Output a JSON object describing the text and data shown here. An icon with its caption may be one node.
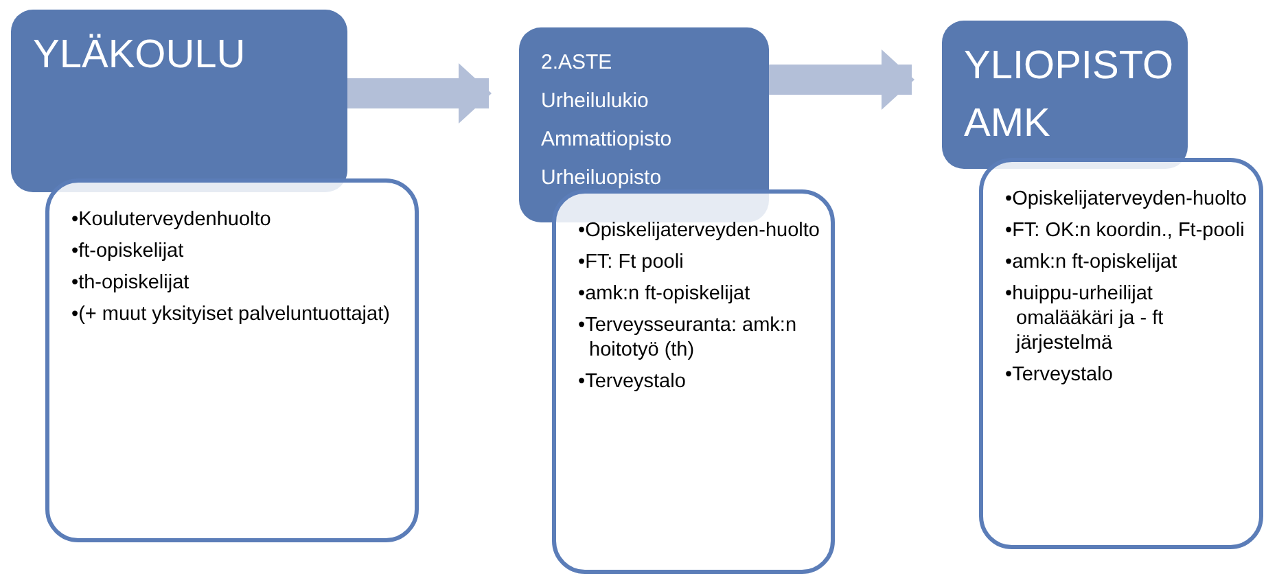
{
  "diagram": {
    "nodes": [
      {
        "text": [
          "YLÄKOULU"
        ]
      },
      {
        "text": [
          "•Kouluterveydenhuolto",
          "•ft-opiskelijat",
          "•th-opiskelijat",
          "•(+ muut yksityiset palveluntuottajat)"
        ]
      },
      {
        "text": [
          "2.ASTE",
          "Urheilulukio",
          "Ammattiopisto",
          "Urheiluopisto"
        ]
      },
      {
        "text": [
          "•Opiskelijaterveyden-huolto",
          "•FT: Ft pooli",
          "•amk:n ft-opiskelijat",
          "•Terveysseuranta: amk:n hoitotyö (th)",
          "•Terveystalo"
        ]
      },
      {
        "text": [
          "YLIOPISTO",
          "AMK"
        ]
      },
      {
        "text": [
          "•Opiskelijaterveyden-huolto",
          "•FT: OK:n koordin., Ft-pooli",
          "•amk:n ft-opiskelijat",
          "•huippu-urheilijat omalääkäri ja - ft järjestelmä",
          "•Terveystalo"
        ]
      }
    ],
    "edges": [
      {
        "from": 0,
        "to": 2,
        "arrow": "to"
      },
      {
        "from": 2,
        "to": 4,
        "arrow": "to"
      }
    ]
  }
}
